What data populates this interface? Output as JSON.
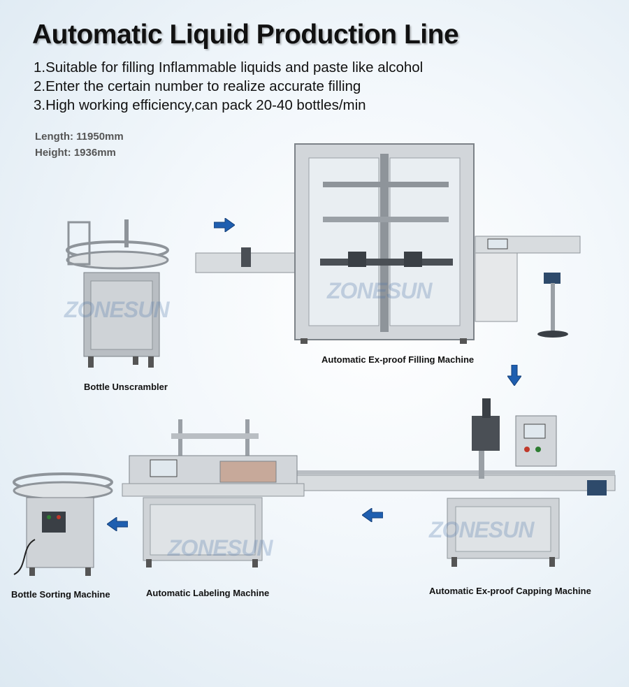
{
  "header": {
    "title": "Automatic Liquid Production Line",
    "features": [
      "1.Suitable for filling Inflammable liquids and paste like alcohol",
      "2.Enter the certain number to realize accurate filling",
      "3.High working efficiency,can pack 20-40 bottles/min"
    ]
  },
  "dimensions": {
    "length": "Length: 11950mm",
    "height": "Height: 1936mm"
  },
  "machines": {
    "unscrambler": "Bottle Unscrambler",
    "filling": "Automatic Ex-proof Filling Machine",
    "capping": "Automatic Ex-proof Capping Machine",
    "labeling": "Automatic  Labeling Machine",
    "sorting": "Bottle Sorting Machine"
  },
  "watermark": "ZONESUN",
  "colors": {
    "arrow": "#1f5fb0",
    "steel": "#c9cdd1",
    "steel_dark": "#8e949a"
  }
}
